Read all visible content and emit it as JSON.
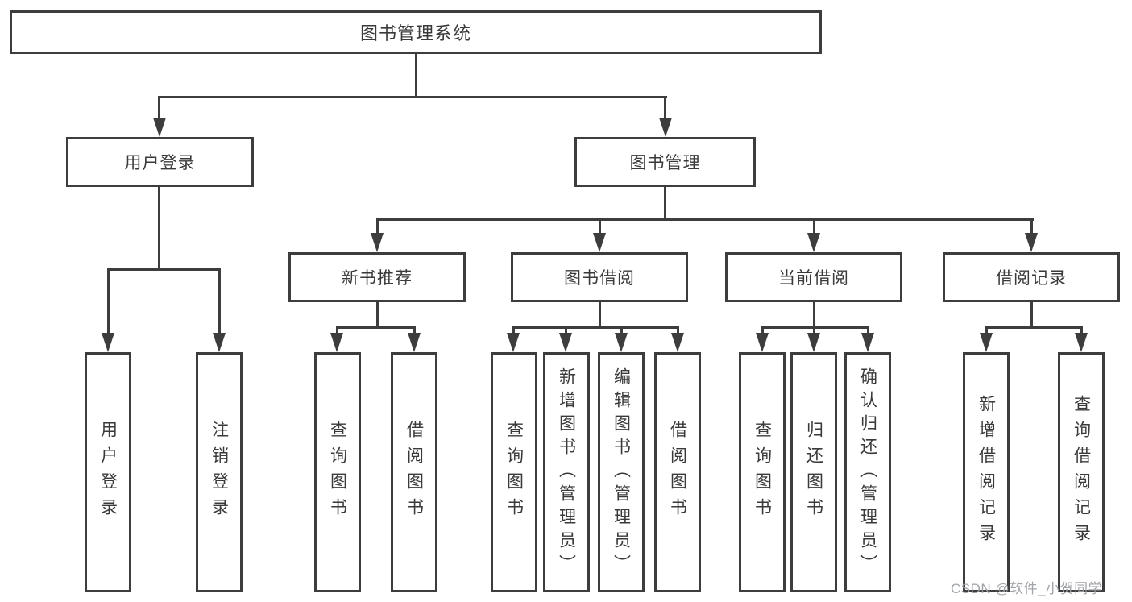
{
  "diagram_title": "图书管理系统",
  "watermark": {
    "text": "CSDN @软件_小贺同学"
  },
  "colors": {
    "line": "#3d3d3d",
    "text": "#3a3a3a",
    "background": "#ffffff",
    "watermark": "#9b9ea3"
  },
  "nodes": {
    "root": {
      "label": "图书管理系统"
    },
    "level2": [
      {
        "label": "用户登录"
      },
      {
        "label": "图书管理"
      }
    ],
    "level3": [
      {
        "label": "新书推荐"
      },
      {
        "label": "图书借阅"
      },
      {
        "label": "当前借阅"
      },
      {
        "label": "借阅记录"
      }
    ],
    "leaves": {
      "user_login": [
        {
          "label": "用户登录"
        },
        {
          "label": "注销登录"
        }
      ],
      "new_book_recommend": [
        {
          "label": "查询图书"
        },
        {
          "label": "借阅图书"
        }
      ],
      "book_borrow": [
        {
          "label": "查询图书"
        },
        {
          "label": "新增图书（管理员）"
        },
        {
          "label": "编辑图书（管理员）"
        },
        {
          "label": "借阅图书"
        }
      ],
      "current_borrow": [
        {
          "label": "查询图书"
        },
        {
          "label": "归还图书"
        },
        {
          "label": "确认归还（管理员）"
        }
      ],
      "borrow_records": [
        {
          "label": "新增借阅记录"
        },
        {
          "label": "查询借阅记录"
        }
      ]
    }
  }
}
